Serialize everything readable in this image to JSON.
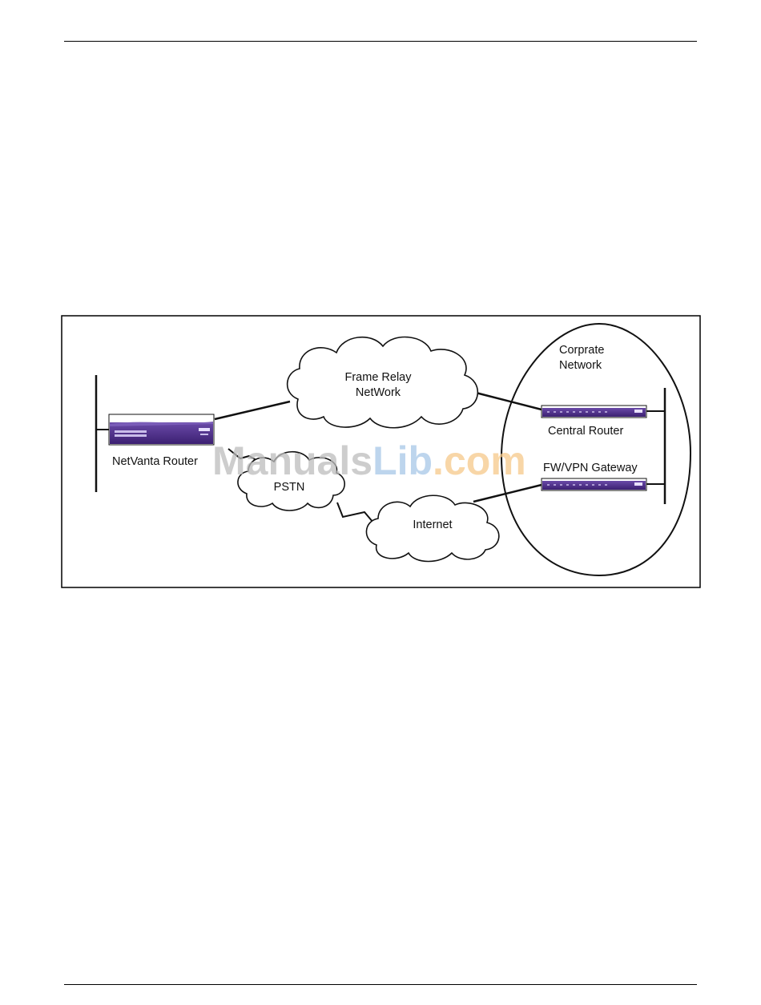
{
  "diagram": {
    "nodes": {
      "frame_relay": {
        "line1": "Frame Relay",
        "line2": "NetWork"
      },
      "pstn": "PSTN",
      "internet": "Internet",
      "corporate": {
        "line1": "Corprate",
        "line2": "Network"
      },
      "netvanta_router": "NetVanta Router",
      "central_router": "Central Router",
      "fw_vpn_gateway": "FW/VPN Gateway"
    }
  },
  "watermark": {
    "part1": "Manuals",
    "part2": "Lib",
    "part3": ".com"
  },
  "colors": {
    "device_purple": "#4b2a86",
    "watermark_gray": "#bdbdbd",
    "watermark_blue": "#a8c8e8",
    "watermark_orange": "#f6c98a"
  }
}
